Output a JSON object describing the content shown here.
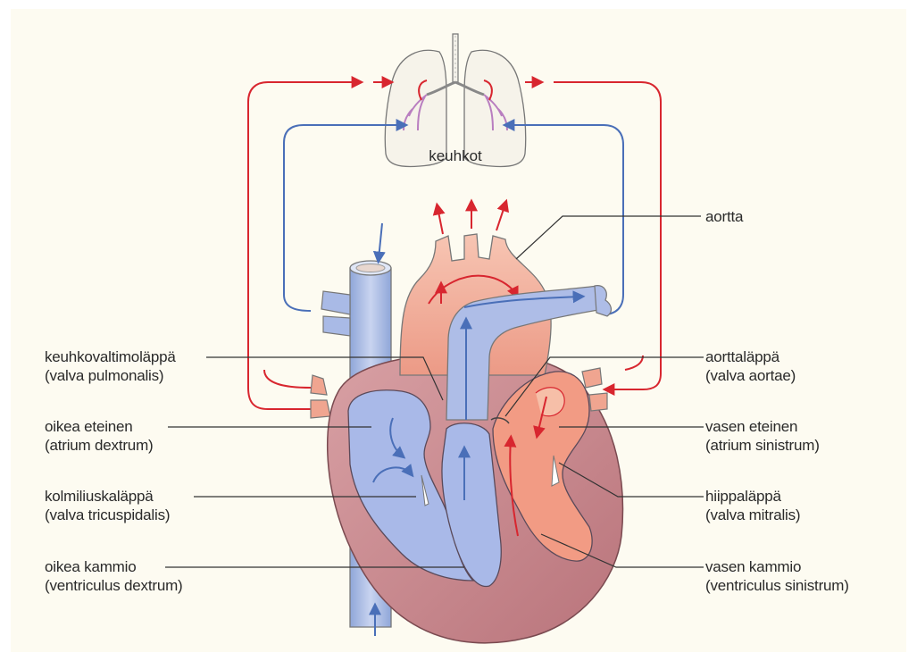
{
  "lungs_label": "keuhkot",
  "labels": {
    "aortta": "aortta",
    "pulmonary_valve_fi": "keuhkovaltimoläppä",
    "pulmonary_valve_la": "(valva pulmonalis)",
    "right_atrium_fi": "oikea eteinen",
    "right_atrium_la": "(atrium dextrum)",
    "tricuspid_fi": "kolmiliuskaläppä",
    "tricuspid_la": "(valva tricuspidalis)",
    "right_ventricle_fi": "oikea kammio",
    "right_ventricle_la": "(ventriculus dextrum)",
    "aortic_valve_fi": "aorttaläppä",
    "aortic_valve_la": "(valva aortae)",
    "left_atrium_fi": "vasen eteinen",
    "left_atrium_la": "(atrium sinistrum)",
    "mitral_fi": "hiippaläppä",
    "mitral_la": "(valva mitralis)",
    "left_ventricle_fi": "vasen kammio",
    "left_ventricle_la": "(ventriculus sinistrum)"
  },
  "colors": {
    "background": "#fdfbf1",
    "oxygenated": "#d8262f",
    "deoxygenated": "#4a6fb8",
    "heart_wall": "#c98a8f",
    "blue_chamber": "#9fb1e0",
    "red_chamber": "#f2a08a"
  }
}
